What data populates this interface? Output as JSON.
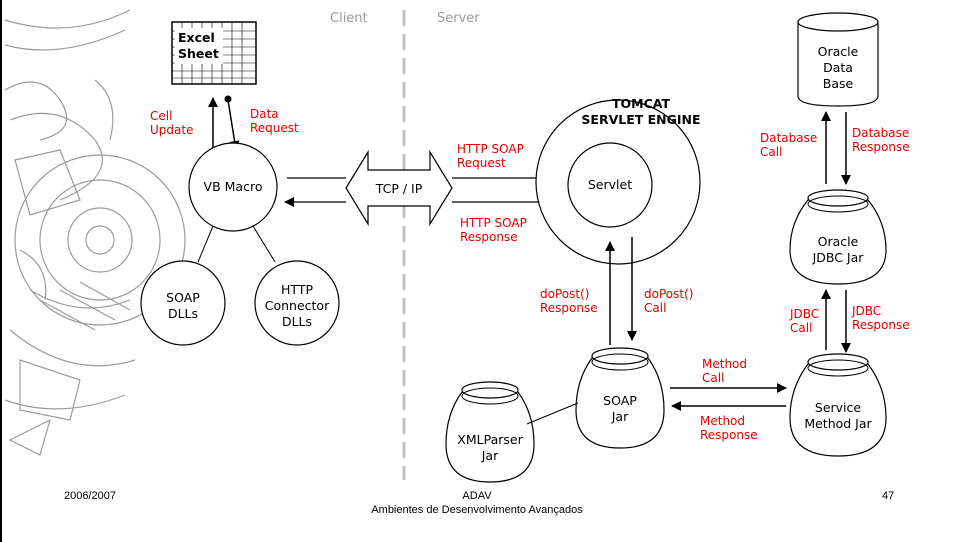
{
  "zones": {
    "client": "Client",
    "server": "Server"
  },
  "excel": {
    "line1": "Excel",
    "line2": "Sheet"
  },
  "labels": {
    "cell_update": [
      "Cell",
      "Update"
    ],
    "data_request": [
      "Data",
      "Request"
    ],
    "http_soap_request": [
      "HTTP SOAP",
      "Request"
    ],
    "http_soap_response": [
      "HTTP SOAP",
      "Response"
    ],
    "dopost_response": [
      "doPost()",
      "Response"
    ],
    "dopost_call": [
      "doPost()",
      "Call"
    ],
    "method_call": [
      "Method",
      "Call"
    ],
    "method_response": [
      "Method",
      "Response"
    ],
    "jdbc_call": [
      "JDBC",
      "Call"
    ],
    "jdbc_response": [
      "JDBC",
      "Response"
    ],
    "database_call": [
      "Database",
      "Call"
    ],
    "database_response": [
      "Database",
      "Response"
    ]
  },
  "nodes": {
    "vb_macro": "VB Macro",
    "soap_dlls": [
      "SOAP",
      "DLLs"
    ],
    "http_connector": [
      "HTTP",
      "Connector",
      "DLLs"
    ],
    "tcp_ip": "TCP / IP",
    "tomcat": [
      "TOMCAT",
      "SERVLET ENGINE"
    ],
    "servlet": "Servlet",
    "soap_jar": [
      "SOAP",
      "Jar"
    ],
    "xmlparser_jar": [
      "XMLParser",
      "Jar"
    ],
    "service_method_jar": [
      "Service",
      "Method Jar"
    ],
    "oracle_jdbc_jar": [
      "Oracle",
      "JDBC Jar"
    ],
    "oracle_db": [
      "Oracle",
      "Data",
      "Base"
    ]
  },
  "footer": {
    "date": "2006/2007",
    "course_code": "ADAV",
    "course_name": "Ambientes de Desenvolvimento Avançados",
    "page_number": "47"
  }
}
